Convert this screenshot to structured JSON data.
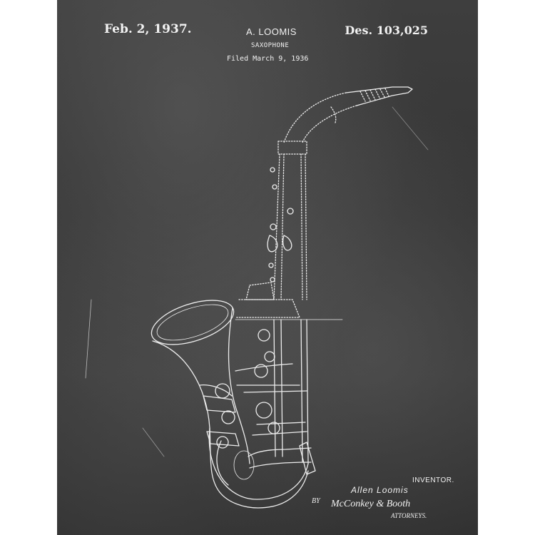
{
  "header": {
    "date": "Feb. 2, 1937.",
    "inventor_name": "A. LOOMIS",
    "invention": "SAXOPHONE",
    "filed": "Filed March 9, 1936",
    "patent_number": "Des. 103,025"
  },
  "signature_block": {
    "inventor_label": "INVENTOR.",
    "inventor_signature": "Allen Loomis",
    "by": "BY",
    "attorney_signature": "McConkey & Booth",
    "attorneys_label": "ATTORNEYS."
  },
  "colors": {
    "chalkboard": "#3a3a3a",
    "chalk": "#f2f2f2",
    "matte": "#ffffff"
  }
}
